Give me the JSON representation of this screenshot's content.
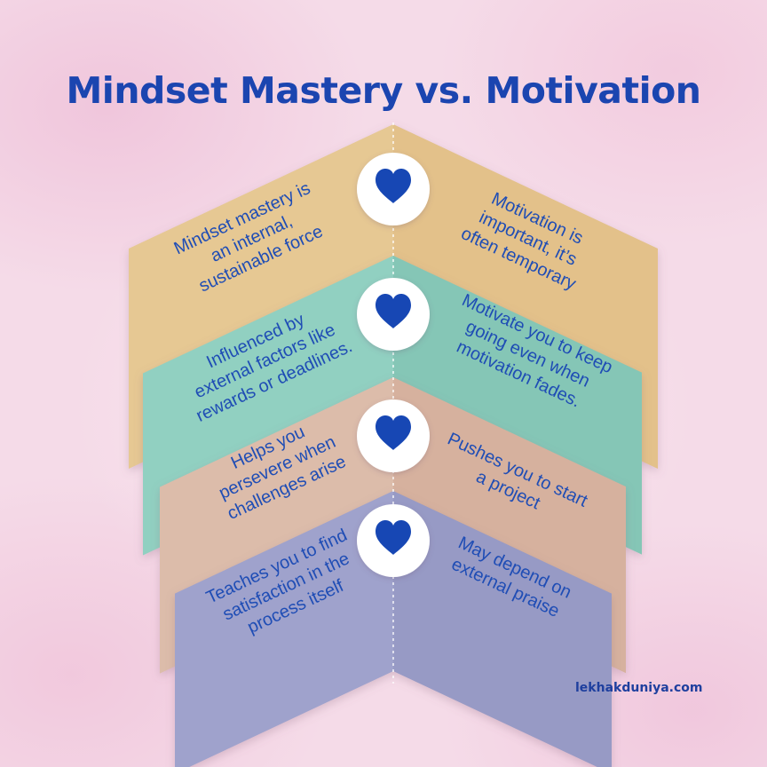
{
  "title": "Mindset Mastery vs. Motivation",
  "footer": "lekhakduniya.com",
  "colors": {
    "title": "#1b45b0",
    "text": "#1f4db5",
    "heart": "#1747b4",
    "row_fills": [
      "#e6c893",
      "#91d0c1",
      "#dcbcaa",
      "#9fa2cc"
    ],
    "row_fills_right": [
      "#e3c18a",
      "#85c6b6",
      "#d6b19e",
      "#979ac5"
    ]
  },
  "center_icon": "heart-icon",
  "rows": [
    {
      "left": [
        "Mindset mastery is",
        "an internal,",
        "sustainable force"
      ],
      "right": [
        "Motivation is",
        "important, it’s",
        "often temporary"
      ]
    },
    {
      "left": [
        "Influenced by",
        "external factors like",
        "rewards or deadlines."
      ],
      "right": [
        "Motivate you to keep",
        "going even when",
        "motivation fades."
      ]
    },
    {
      "left": [
        "Helps you",
        "persevere when",
        "challenges arise"
      ],
      "right": [
        "Pushes you to start",
        "a project"
      ]
    },
    {
      "left": [
        "Teaches you to find",
        "satisfaction in the",
        "process itself"
      ],
      "right": [
        "May depend on",
        "external praise"
      ]
    }
  ]
}
